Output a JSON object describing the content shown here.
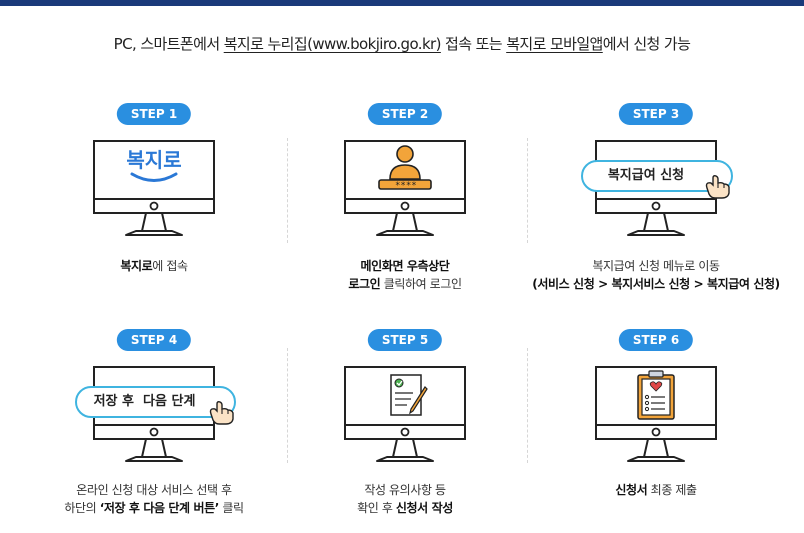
{
  "headline": {
    "prefix": "PC, 스마트폰에서 ",
    "link1": "복지로 누리집(www.bokjiro.go.kr)",
    "mid1": " 접속 또는 ",
    "link2": "복지로 모바일앱",
    "suffix": "에서 신청 가능"
  },
  "steps": [
    {
      "label": "STEP 1",
      "logo_text": "복지로",
      "caption_bold": "복지로",
      "caption_rest": "에 접속"
    },
    {
      "label": "STEP 2",
      "login_dots": "****",
      "caption_line1": "메인화면 우측상단",
      "caption_line2_bold": "로그인",
      "caption_line2_rest": " 클릭하여 로그인"
    },
    {
      "label": "STEP 3",
      "callout": "복지급여 신청",
      "caption_line1": "복지급여 신청 메뉴로 이동",
      "caption_line2": "(서비스 신청 > 복지서비스 신청 > 복지급여 신청)"
    },
    {
      "label": "STEP 4",
      "callout": "저장 후  다음 단계",
      "caption_line1": "온라인 신청 대상 서비스 선택 후",
      "caption_line2_prefix": "하단의 ",
      "caption_line2_bold": "‘저장 후 다음 단계 버튼’",
      "caption_line2_suffix": " 클릭"
    },
    {
      "label": "STEP 5",
      "caption_line1": "작성 유의사항 등",
      "caption_line2_prefix": "확인 후 ",
      "caption_line2_bold": "신청서 작성"
    },
    {
      "label": "STEP 6",
      "caption_bold": "신청서",
      "caption_rest": " 최종 제출"
    }
  ],
  "colors": {
    "accent": "#2a8fe0",
    "callout_border": "#3fb4e0",
    "navy": "#1a3a7a",
    "logo_blue": "#2a78d6",
    "user_orange": "#f2a43a"
  },
  "icons": [
    "monitor-icon",
    "bokjiro-logo",
    "user-login-icon",
    "hand-pointer-icon",
    "document-pen-icon",
    "clipboard-heart-icon"
  ]
}
